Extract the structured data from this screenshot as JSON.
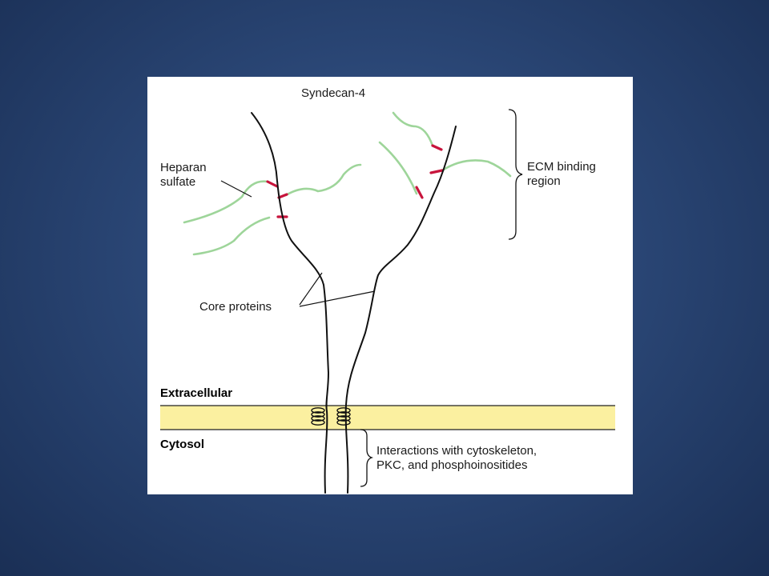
{
  "diagram": {
    "title": "Syndecan-4",
    "labels": {
      "heparan_sulfate_line1": "Heparan",
      "heparan_sulfate_line2": "sulfate",
      "ecm_line1": "ECM binding",
      "ecm_line2": "region",
      "core_proteins": "Core proteins",
      "extracellular": "Extracellular",
      "cytosol": "Cytosol",
      "interactions_line1": "Interactions with cytoskeleton,",
      "interactions_line2": "PKC, and phosphoinositides"
    },
    "colors": {
      "background": "#23406c",
      "panel": "#ffffff",
      "membrane": "#fbf0a0",
      "heparan_chain": "#9ed59a",
      "linkage": "#c8143c",
      "core_protein": "#111111"
    }
  }
}
